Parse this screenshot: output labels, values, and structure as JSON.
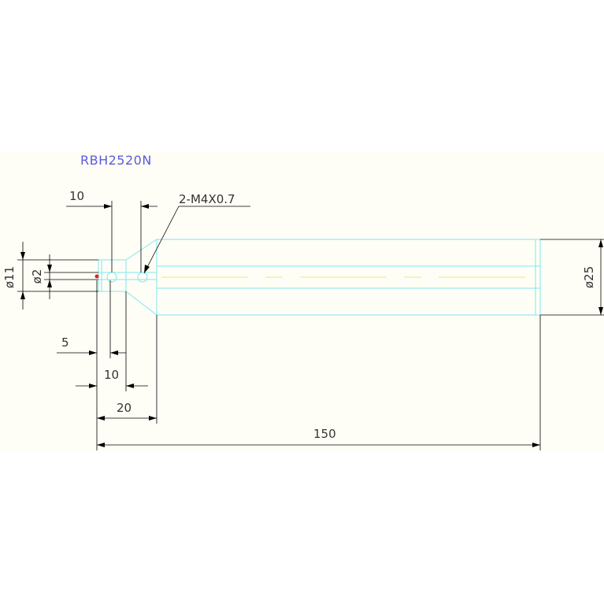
{
  "title": "RBH2520N",
  "callout": "2-M4X0.7",
  "dimensions": {
    "dia_small": "ø2",
    "dia_neck": "ø11",
    "dia_body": "ø25",
    "top_len": "10",
    "left_len": "5",
    "mid_len": "10",
    "neck_len": "20",
    "total_len": "150"
  },
  "colors": {
    "part_outline": "#7fe6f0",
    "dimension": "#000000",
    "centerline": "#f0e28a",
    "title": "#5a5ae0",
    "tip_marker": "#e02020"
  }
}
